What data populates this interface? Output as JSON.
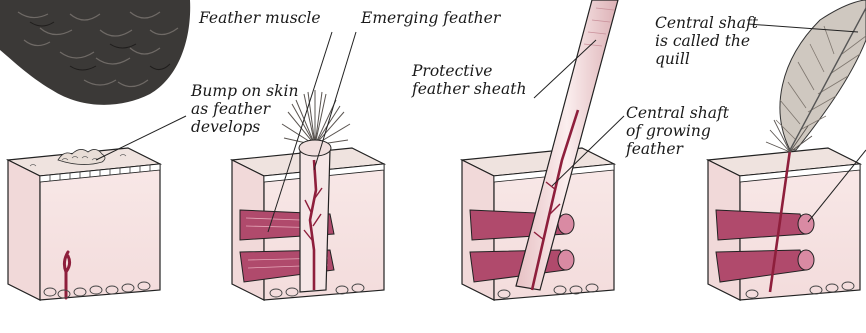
{
  "labels": {
    "feather_muscle": "Feather muscle",
    "emerging_feather": "Emerging feather",
    "bump_on_skin": "Bump on skin\nas feather\ndevelops",
    "protective_sheath": "Protective\nfeather sheath",
    "central_shaft_growing": "Central shaft\nof growing\nfeather",
    "central_shaft_quill": "Central shaft\nis called the\nquill"
  },
  "colors": {
    "skin": "#f6e4e3",
    "muscle": "#b04a6c",
    "muscle_light": "#d98aa3",
    "vessel": "#8e1f3c",
    "sheath": "#f2d8d8",
    "feather_dark": "#3a3735",
    "outline": "#222222"
  },
  "stages": [
    {
      "name": "bump"
    },
    {
      "name": "emerging"
    },
    {
      "name": "sheath"
    },
    {
      "name": "quill"
    }
  ]
}
